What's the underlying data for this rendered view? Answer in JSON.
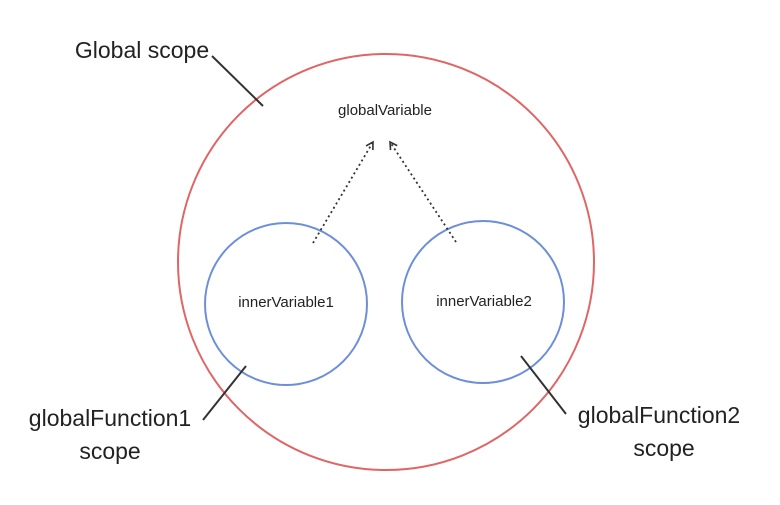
{
  "scopes": {
    "global": {
      "label": "Global scope",
      "variable": "globalVariable"
    },
    "function1": {
      "label_line1": "globalFunction1",
      "label_line2": "scope",
      "variable": "innerVariable1"
    },
    "function2": {
      "label_line1": "globalFunction2",
      "label_line2": "scope",
      "variable": "innerVariable2"
    }
  },
  "colors": {
    "global_circle": "#e06666",
    "function_circle": "#6d8fd9",
    "arrow": "#333333",
    "leader_line": "#333333"
  }
}
